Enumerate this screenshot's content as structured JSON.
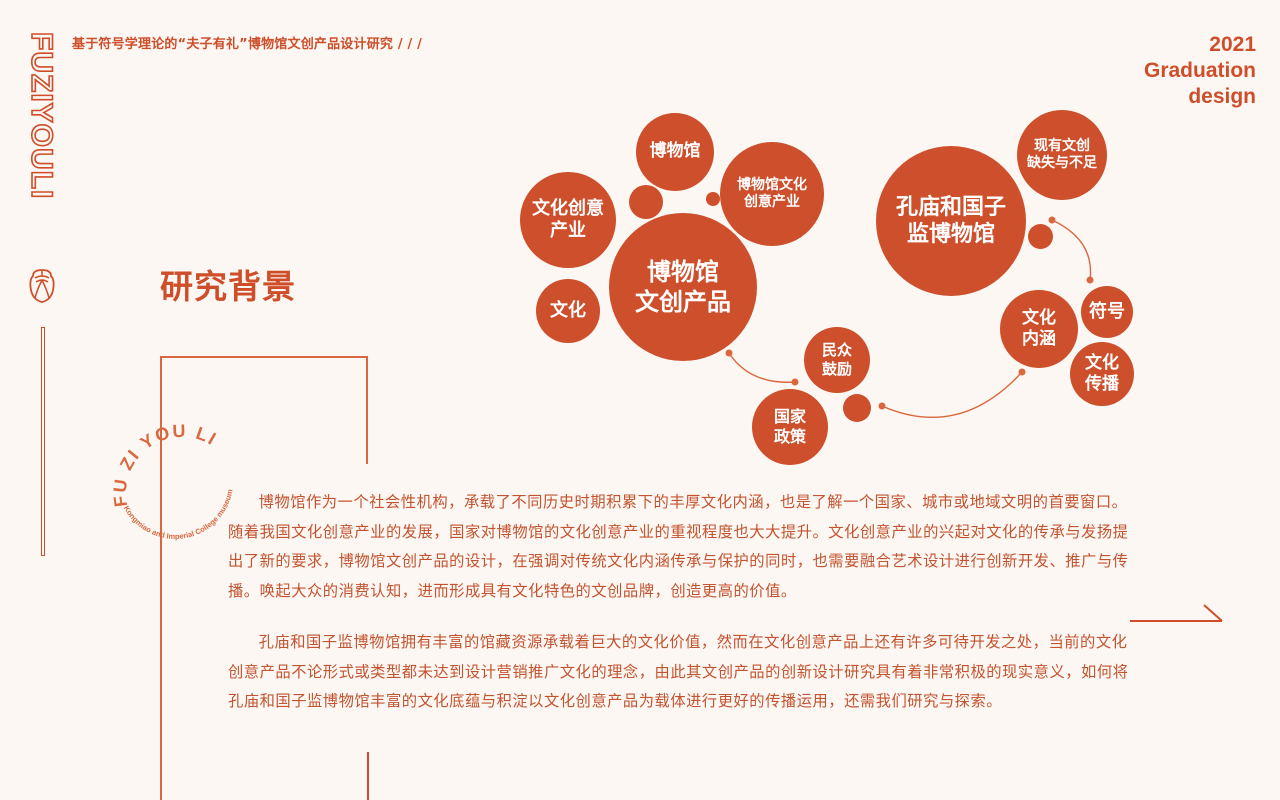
{
  "header": {
    "title": "基于符号学理论的“夫子有礼”博物馆文创产品设计研究 / / /",
    "year": "2021",
    "subtitle_line1": "Graduation",
    "subtitle_line2": "design"
  },
  "sidebar": {
    "brand_vertical": "FUZIYOULI",
    "logo_icon": "confucius-head-icon"
  },
  "section": {
    "title": "研究背景"
  },
  "stamp": {
    "arc_text": "FU ZI YOU LI",
    "inner_text": "Kongmiao and Imperial College museum"
  },
  "bubbles": {
    "museum": "博物馆",
    "cultural_industry": "文化创意产业",
    "museum_cultural_industry": "博物馆文化创意产业",
    "culture": "文化",
    "core": "博物馆文创产品",
    "kongmiao": "孔庙和国子监博物馆",
    "lacking": "现有文创缺失与不足",
    "public": "民众鼓励",
    "policy": "国家政策",
    "connotation": "文化内涵",
    "symbol": "符号",
    "spread": "文化传播"
  },
  "bubble_lines": {
    "cultural_industry": [
      "文化创意",
      "产业"
    ],
    "museum_cultural_industry": [
      "博物馆文化",
      "创意产业"
    ],
    "core": [
      "博物馆",
      "文创产品"
    ],
    "kongmiao": [
      "孔庙和国子",
      "监博物馆"
    ],
    "lacking": [
      "现有文创",
      "缺失与不足"
    ],
    "public": [
      "民众",
      "鼓励"
    ],
    "policy": [
      "国家",
      "政策"
    ],
    "connotation": [
      "文化",
      "内涵"
    ],
    "spread": [
      "文化",
      "传播"
    ]
  },
  "body": {
    "paragraph1": "博物馆作为一个社会性机构，承载了不同历史时期积累下的丰厚文化内涵，也是了解一个国家、城市或地域文明的首要窗口。随着我国文化创意产业的发展，国家对博物馆的文化创意产业的重视程度也大大提升。文化创意产业的兴起对文化的传承与发扬提出了新的要求，博物馆文创产品的设计，在强调对传统文化内涵传承与保护的同时，也需要融合艺术设计进行创新开发、推广与传播。唤起大众的消费认知，进而形成具有文化特色的文创品牌，创造更高的价值。",
    "paragraph2": "孔庙和国子监博物馆拥有丰富的馆藏资源承载着巨大的文化价值，然而在文化创意产品上还有许多可待开发之处，当前的文化创意产品不论形式或类型都未达到设计营销推广文化的理念，由此其文创产品的创新设计研究具有着非常积极的现实意义，如何将孔庙和国子监博物馆丰富的文化底蕴与积淀以文化创意产品为载体进行更好的传播运用，还需我们研究与探索。"
  },
  "colors": {
    "accent": "#cd4f2b",
    "background": "#fcf7f3",
    "text": "#c4532f"
  }
}
